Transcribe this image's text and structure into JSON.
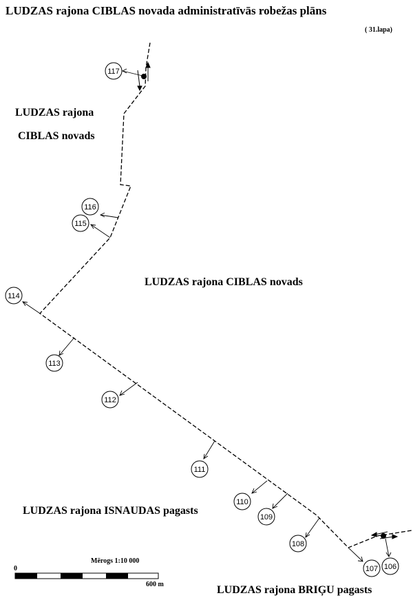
{
  "title": "LUDZAS rajona CIBLAS novada administratīvās robežas plāns",
  "sheet_label": "( 31.lapa)",
  "regions": {
    "upper_left_line1": "LUDZAS rajona",
    "upper_left_line2": "CIBLAS novads",
    "center": "LUDZAS rajona CIBLAS novads",
    "lower_left": "LUDZAS rajona ISNAUDAS pagasts",
    "lower_right": "LUDZAS rajona BRIĢU pagasts"
  },
  "scale": {
    "title": "Mērogs 1:10 000",
    "start": "0",
    "end": "600 m"
  },
  "points": [
    "117",
    "116",
    "115",
    "114",
    "113",
    "112",
    "111",
    "110",
    "109",
    "108",
    "107",
    "106"
  ]
}
